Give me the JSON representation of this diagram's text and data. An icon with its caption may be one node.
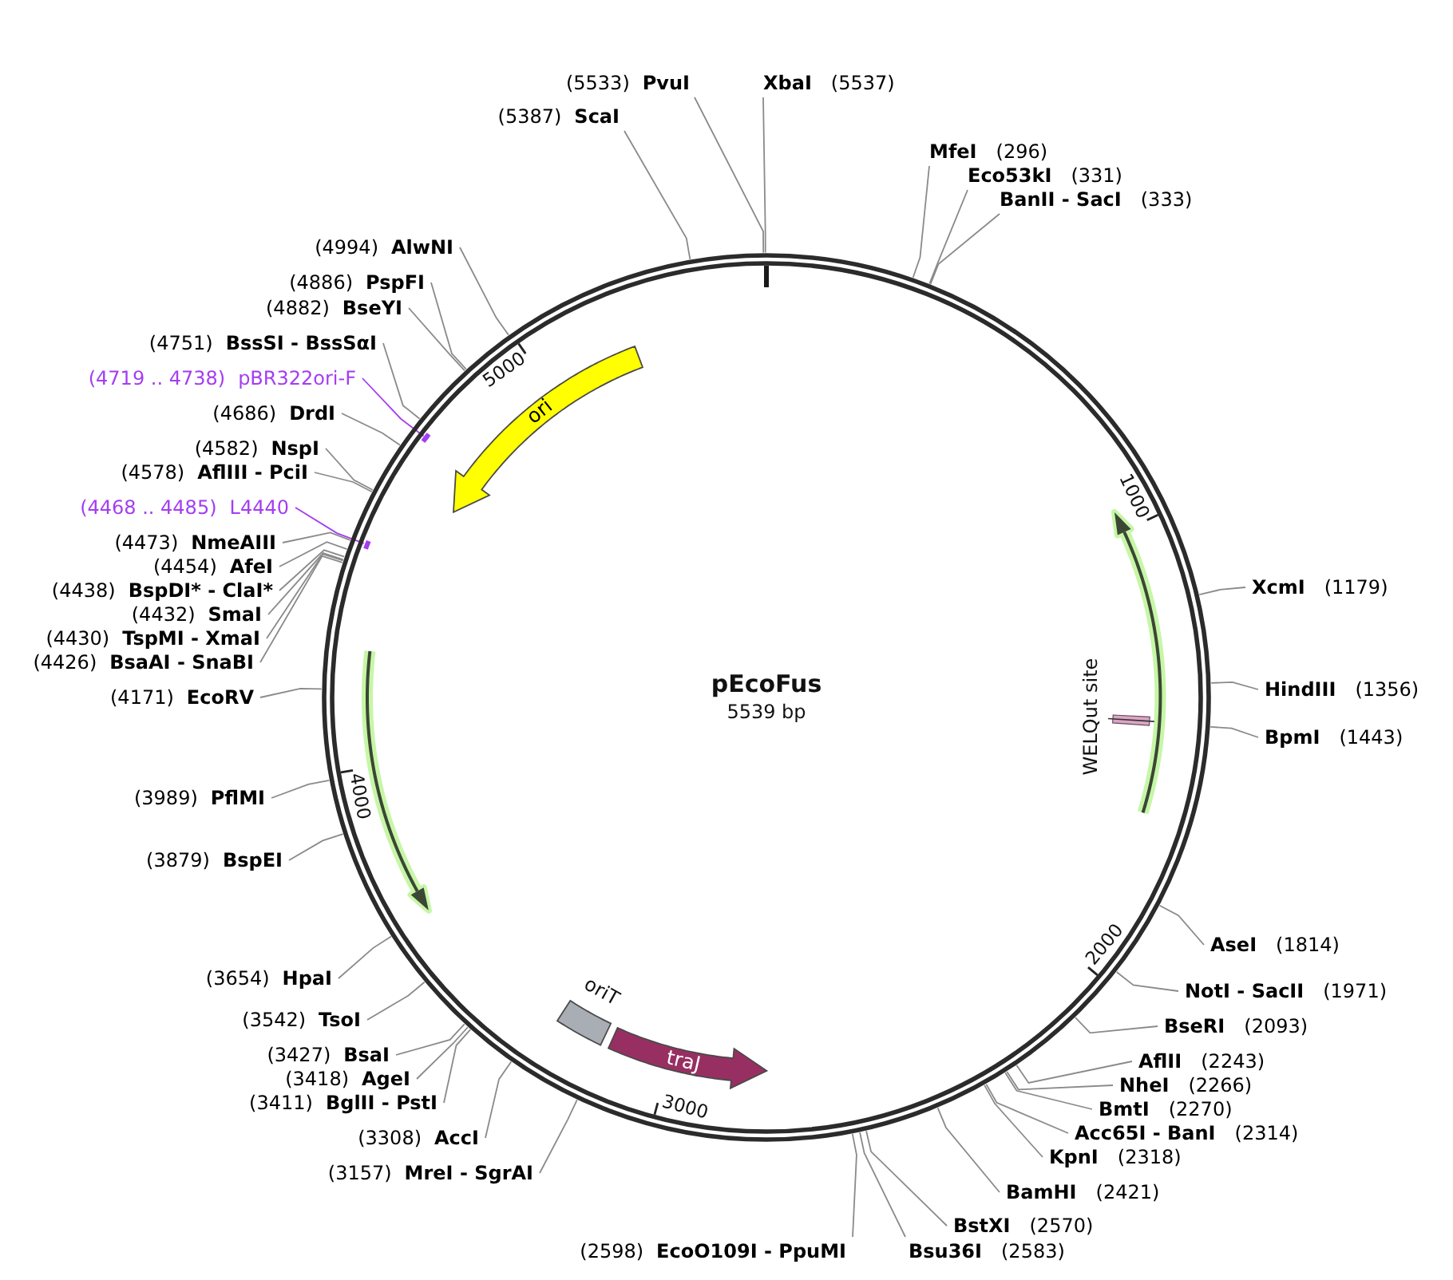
{
  "diagram": {
    "nodes": [
      {
        "text": [
          "pEcoFus",
          "5539 bp"
        ]
      },
      {
        "text": [
          "ori"
        ],
        "in": 0
      },
      {
        "text": [],
        "shape": "arrow",
        "in": 0
      },
      {
        "text": [
          "WELQut site"
        ],
        "in": 2
      },
      {
        "text": [],
        "shape": "arrow",
        "in": 0
      },
      {
        "text": [
          "oriT"
        ],
        "in": 0
      },
      {
        "text": [
          "traJ"
        ],
        "in": 0
      },
      {
        "text": [],
        "shape": "bar",
        "in": 0
      },
      {
        "text": [],
        "shape": "bar",
        "in": 0
      },
      {
        "text": [
          "(5533)",
          "PvuI"
        ]
      },
      {
        "text": [
          "XbaI",
          "(5537)"
        ]
      },
      {
        "text": [
          "(5387)",
          "ScaI"
        ]
      },
      {
        "text": [
          "MfeI",
          "(296)"
        ]
      },
      {
        "text": [
          "Eco53kI",
          "(331)"
        ]
      },
      {
        "text": [
          "BanII - SacI",
          "(333)"
        ]
      },
      {
        "text": [
          "(4994)",
          "AlwNI"
        ]
      },
      {
        "text": [
          "(4886)",
          "PspFI"
        ]
      },
      {
        "text": [
          "(4882)",
          "BseYI"
        ]
      },
      {
        "text": [
          "(4751)",
          "BssSI - BssSαI"
        ]
      },
      {
        "text": [
          "(4719 .. 4738)",
          "pBR322ori-F"
        ]
      },
      {
        "text": [
          "(4686)",
          "DrdI"
        ]
      },
      {
        "text": [
          "(4582)",
          "NspI"
        ]
      },
      {
        "text": [
          "(4578)",
          "AflIII - PciI"
        ]
      },
      {
        "text": [
          "(4468 .. 4485)",
          "L4440"
        ]
      },
      {
        "text": [
          "(4473)",
          "NmeAIII"
        ]
      },
      {
        "text": [
          "(4454)",
          "AfeI"
        ]
      },
      {
        "text": [
          "(4438)",
          "BspDI* - ClaI*"
        ]
      },
      {
        "text": [
          "XcmI",
          "(1179)"
        ]
      },
      {
        "text": [
          "(4432)",
          "SmaI"
        ]
      },
      {
        "text": [
          "(4430)",
          "TspMI - XmaI"
        ]
      },
      {
        "text": [
          "(4426)",
          "BsaAI - SnaBI"
        ]
      },
      {
        "text": [
          "(4171)",
          "EcoRV"
        ]
      },
      {
        "text": [
          "HindIII",
          "(1356)"
        ]
      },
      {
        "text": [
          "BpmI",
          "(1443)"
        ]
      },
      {
        "text": [
          "(3989)",
          "PflMI"
        ]
      },
      {
        "text": [
          "(3879)",
          "BspEI"
        ]
      },
      {
        "text": [
          "AseI",
          "(1814)"
        ]
      },
      {
        "text": [
          "(3654)",
          "HpaI"
        ]
      },
      {
        "text": [
          "NotI - SacII",
          "(1971)"
        ]
      },
      {
        "text": [
          "(3542)",
          "TsoI"
        ]
      },
      {
        "text": [
          "BseRI",
          "(2093)"
        ]
      },
      {
        "text": [
          "(3427)",
          "BsaI"
        ]
      },
      {
        "text": [
          "AflII",
          "(2243)"
        ]
      },
      {
        "text": [
          "(3418)",
          "AgeI"
        ]
      },
      {
        "text": [
          "NheI",
          "(2266)"
        ]
      },
      {
        "text": [
          "(3411)",
          "BglII - PstI"
        ]
      },
      {
        "text": [
          "BmtI",
          "(2270)"
        ]
      },
      {
        "text": [
          "Acc65I - BanI",
          "(2314)"
        ]
      },
      {
        "text": [
          "(3308)",
          "AccI"
        ]
      },
      {
        "text": [
          "KpnI",
          "(2318)"
        ]
      },
      {
        "text": [
          "(3157)",
          "MreI - SgrAI"
        ]
      },
      {
        "text": [
          "BamHI",
          "(2421)"
        ]
      },
      {
        "text": [
          "BstXI",
          "(2570)"
        ]
      },
      {
        "text": [
          "(2598)",
          "EcoO109I - PpuMI"
        ]
      },
      {
        "text": [
          "Bsu36I",
          "(2583)"
        ]
      }
    ],
    "edges": [
      {
        "from": 9,
        "to": 0,
        "arrow": "none"
      },
      {
        "from": 10,
        "to": 0,
        "arrow": "none"
      },
      {
        "from": 11,
        "to": 0,
        "arrow": "none"
      },
      {
        "from": 12,
        "to": 0,
        "arrow": "none"
      },
      {
        "from": 13,
        "to": 0,
        "arrow": "none"
      },
      {
        "from": 14,
        "to": 0,
        "arrow": "none"
      },
      {
        "from": 15,
        "to": 0,
        "arrow": "none"
      },
      {
        "from": 16,
        "to": 0,
        "arrow": "none"
      },
      {
        "from": 17,
        "to": 0,
        "arrow": "none"
      },
      {
        "from": 18,
        "to": 0,
        "arrow": "none"
      },
      {
        "from": 19,
        "to": 7,
        "arrow": "none",
        "color": "#a43df2"
      },
      {
        "from": 20,
        "to": 0,
        "arrow": "none"
      },
      {
        "from": 21,
        "to": 0,
        "arrow": "none"
      },
      {
        "from": 22,
        "to": 0,
        "arrow": "none"
      },
      {
        "from": 23,
        "to": 8,
        "arrow": "none",
        "color": "#a43df2"
      },
      {
        "from": 24,
        "to": 0,
        "arrow": "none"
      },
      {
        "from": 25,
        "to": 0,
        "arrow": "none"
      },
      {
        "from": 26,
        "to": 0,
        "arrow": "none"
      },
      {
        "from": 27,
        "to": 0,
        "arrow": "none"
      },
      {
        "from": 28,
        "to": 0,
        "arrow": "none"
      },
      {
        "from": 29,
        "to": 0,
        "arrow": "none"
      },
      {
        "from": 30,
        "to": 0,
        "arrow": "none"
      },
      {
        "from": 31,
        "to": 0,
        "arrow": "none"
      },
      {
        "from": 32,
        "to": 0,
        "arrow": "none"
      },
      {
        "from": 33,
        "to": 0,
        "arrow": "none"
      },
      {
        "from": 34,
        "to": 0,
        "arrow": "none"
      },
      {
        "from": 35,
        "to": 0,
        "arrow": "none"
      },
      {
        "from": 36,
        "to": 0,
        "arrow": "none"
      },
      {
        "from": 37,
        "to": 0,
        "arrow": "none"
      },
      {
        "from": 38,
        "to": 0,
        "arrow": "none"
      },
      {
        "from": 39,
        "to": 0,
        "arrow": "none"
      },
      {
        "from": 40,
        "to": 0,
        "arrow": "none"
      },
      {
        "from": 41,
        "to": 0,
        "arrow": "none"
      },
      {
        "from": 42,
        "to": 0,
        "arrow": "none"
      },
      {
        "from": 43,
        "to": 0,
        "arrow": "none"
      },
      {
        "from": 44,
        "to": 0,
        "arrow": "none"
      },
      {
        "from": 45,
        "to": 0,
        "arrow": "none"
      },
      {
        "from": 46,
        "to": 0,
        "arrow": "none"
      },
      {
        "from": 47,
        "to": 0,
        "arrow": "none"
      },
      {
        "from": 48,
        "to": 0,
        "arrow": "none"
      },
      {
        "from": 49,
        "to": 0,
        "arrow": "none"
      },
      {
        "from": 50,
        "to": 0,
        "arrow": "none"
      },
      {
        "from": 51,
        "to": 0,
        "arrow": "none"
      },
      {
        "from": 52,
        "to": 0,
        "arrow": "none"
      },
      {
        "from": 53,
        "to": 0,
        "arrow": "none"
      },
      {
        "from": 54,
        "to": 0,
        "arrow": "none"
      }
    ],
    "labels": [
      "5000",
      "1000",
      "4000",
      "2000",
      "3000"
    ]
  }
}
